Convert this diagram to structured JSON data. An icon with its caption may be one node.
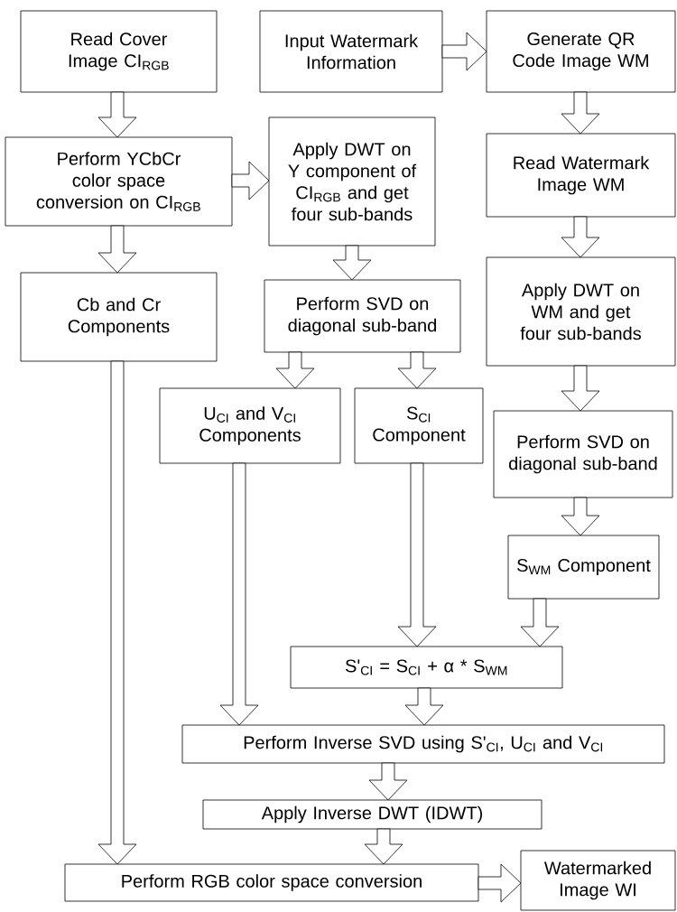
{
  "diagram": {
    "nodes": [
      {
        "text": [
          "Read Cover Image CI$_{RGB}$"
        ]
      },
      {
        "text": [
          "Input Watermark Information"
        ]
      },
      {
        "text": [
          "Generate QR Code Image WM"
        ]
      },
      {
        "text": [
          "Perform YCbCr color space conversion on CI$_{RGB}$"
        ]
      },
      {
        "text": [
          "Apply DWT on Y component of CI$_{RGB}$ and get four sub-bands"
        ]
      },
      {
        "text": [
          "Read Watermark Image WM"
        ]
      },
      {
        "text": [
          "Cb and Cr Components"
        ]
      },
      {
        "text": [
          "Perform SVD on diagonal sub-band"
        ]
      },
      {
        "text": [
          "Apply DWT on WM and get four sub-bands"
        ]
      },
      {
        "text": [
          "U$_{CI}$ and V$_{CI}$ Components"
        ]
      },
      {
        "text": [
          "S$_{CI}$ Component"
        ]
      },
      {
        "text": [
          "Perform SVD on diagonal sub-band"
        ]
      },
      {
        "text": [
          "S$_{WM}$ Component"
        ]
      },
      {
        "text": [
          "S'$_{CI}$ = S$_{CI}$ + α * S$_{WM}$"
        ]
      },
      {
        "text": [
          "Perform Inverse SVD using S'$_{CI}$, U$_{CI}$ and V$_{CI}$"
        ]
      },
      {
        "text": [
          "Apply Inverse DWT (IDWT)"
        ]
      },
      {
        "text": [
          "Perform RGB color space conversion"
        ]
      },
      {
        "text": [
          "Watermarked Image WI"
        ]
      }
    ],
    "edges": [
      {
        "from": 0,
        "to": 3,
        "arrow": "to"
      },
      {
        "from": 1,
        "to": 2,
        "arrow": "to"
      },
      {
        "from": 2,
        "to": 5,
        "arrow": "to"
      },
      {
        "from": 3,
        "to": 4,
        "arrow": "to"
      },
      {
        "from": 3,
        "to": 6,
        "arrow": "to"
      },
      {
        "from": 4,
        "to": 7,
        "arrow": "to"
      },
      {
        "from": 5,
        "to": 8,
        "arrow": "to"
      },
      {
        "from": 7,
        "to": 9,
        "arrow": "to"
      },
      {
        "from": 7,
        "to": 10,
        "arrow": "to"
      },
      {
        "from": 8,
        "to": 11,
        "arrow": "to"
      },
      {
        "from": 11,
        "to": 12,
        "arrow": "to"
      },
      {
        "from": 10,
        "to": 13,
        "arrow": "to"
      },
      {
        "from": 12,
        "to": 13,
        "arrow": "to"
      },
      {
        "from": 9,
        "to": 14,
        "arrow": "to"
      },
      {
        "from": 13,
        "to": 14,
        "arrow": "to"
      },
      {
        "from": 14,
        "to": 15,
        "arrow": "to"
      },
      {
        "from": 15,
        "to": 16,
        "arrow": "to"
      },
      {
        "from": 6,
        "to": 16,
        "arrow": "to"
      },
      {
        "from": 16,
        "to": 17,
        "arrow": "to"
      }
    ]
  }
}
